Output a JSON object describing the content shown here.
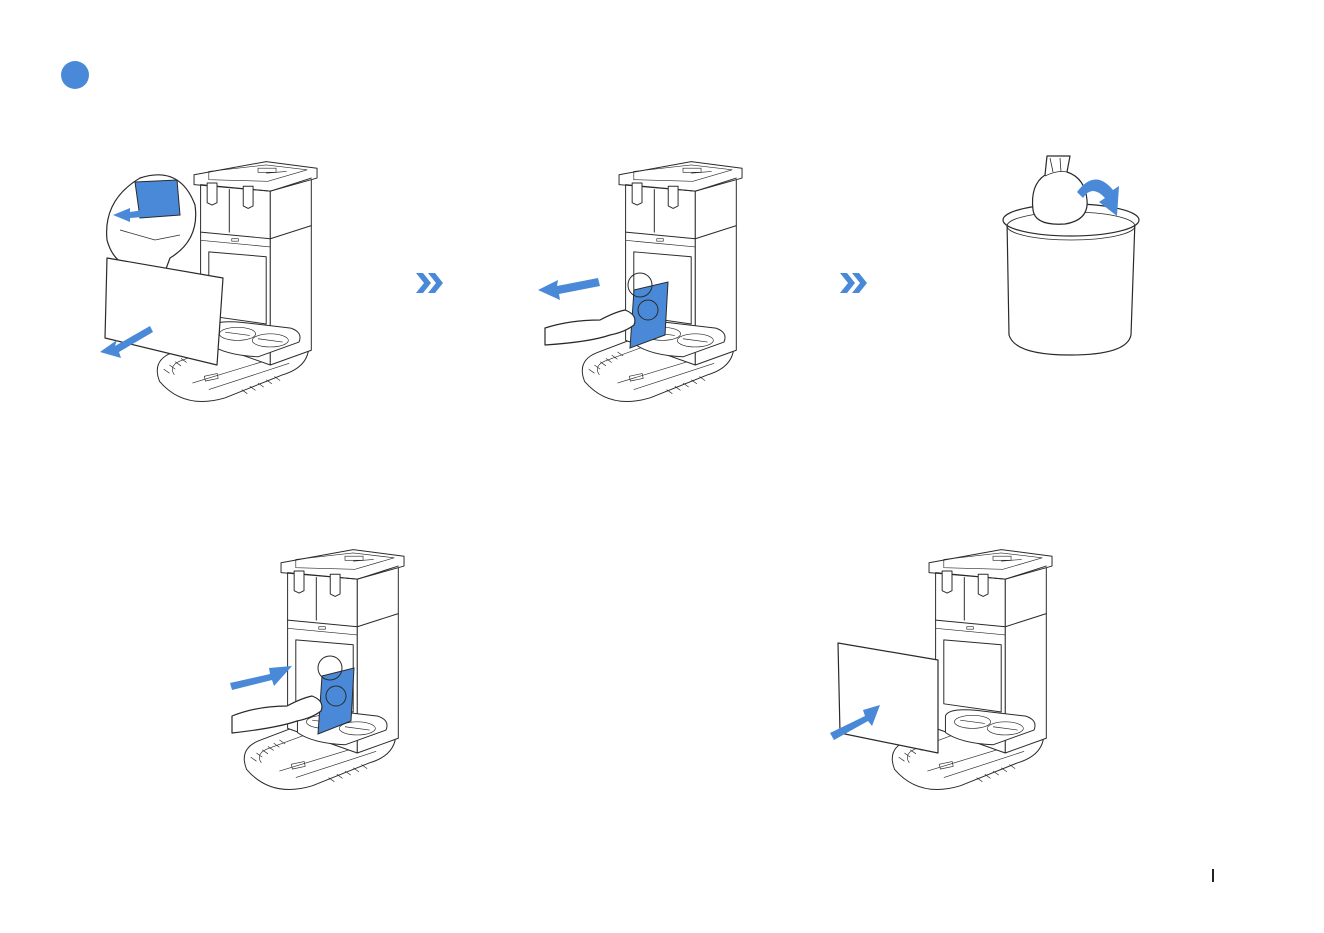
{
  "page": {
    "accent_color": "#4a89d8",
    "icons": {
      "step_marker": "filled-circle",
      "next_step": "double-chevron-right"
    },
    "steps": [
      {
        "illustration": "open-side-cover"
      },
      {
        "illustration": "pull-out-dust-bag"
      },
      {
        "illustration": "dispose-dust-bag-into-bin"
      },
      {
        "illustration": "insert-new-dust-bag"
      },
      {
        "illustration": "close-side-cover"
      }
    ]
  }
}
